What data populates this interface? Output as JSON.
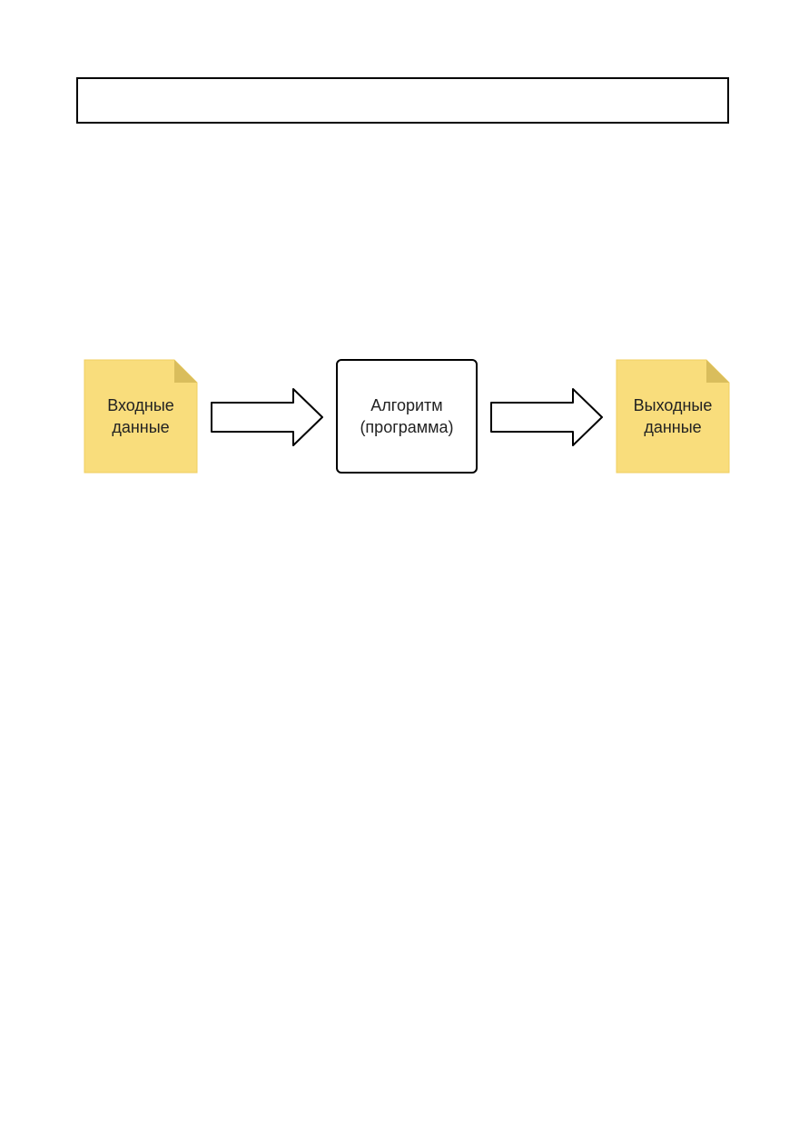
{
  "diagram": {
    "nodes": {
      "input": {
        "label": "Входные\nданные",
        "fill": "#f9dd7c",
        "fold": "#d9bd5c"
      },
      "algorithm": {
        "label": "Алгоритм\n(программа)",
        "fill": "#ffffff",
        "stroke": "#000000"
      },
      "output": {
        "label": "Выходные\nданные",
        "fill": "#f9dd7c",
        "fold": "#d9bd5c"
      }
    },
    "edges": [
      {
        "from": "input",
        "to": "algorithm",
        "shape": "block-arrow"
      },
      {
        "from": "algorithm",
        "to": "output",
        "shape": "block-arrow"
      }
    ]
  }
}
